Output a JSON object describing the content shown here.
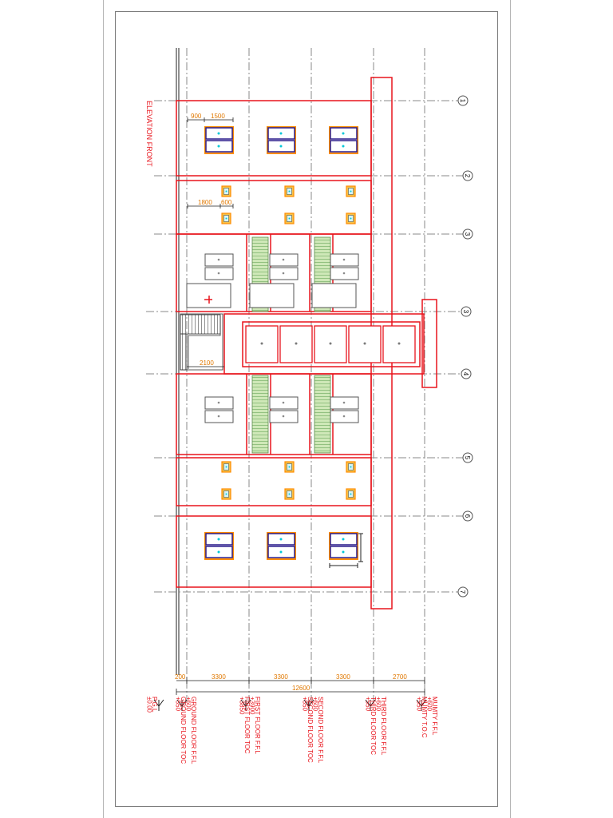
{
  "drawing": {
    "title": "ELEVATION FRONT",
    "dimensions": {
      "top_window_width": "900",
      "top_window_gap": "1500",
      "small_window_gap": "1800",
      "small_window_width": "600",
      "stair_width": "2100",
      "bottom_offset": "200",
      "bay_1": "3300",
      "bay_2": "3300",
      "bay_3": "3300",
      "bay_4": "2700",
      "overall": "12600"
    },
    "grid_bubbles": [
      "1",
      "2",
      "3",
      "3",
      "4",
      "5",
      "6",
      "7"
    ],
    "levels": [
      {
        "name": "P.G.L",
        "value": "±0.00"
      },
      {
        "name": "GROUND FLOOR F.F.L",
        "value": "+600"
      },
      {
        "name": "GROUND FLOOR TOC",
        "value": "+550"
      },
      {
        "name": "FIRST FLOOR F.F.L",
        "value": "+3900"
      },
      {
        "name": "FIRST FLOOR TOC",
        "value": "+3850"
      },
      {
        "name": "SECOND FLOOR F.F.L",
        "value": "+600"
      },
      {
        "name": "SECOND FLOOR TOC",
        "value": "+550"
      },
      {
        "name": "THIRD FLOOR F.F.L",
        "value": "+600"
      },
      {
        "name": "THIRD FLOOR TOC",
        "value": "+550"
      },
      {
        "name": "MUMTY F.F.L",
        "value": "+600"
      },
      {
        "name": "MUMTY T.O.C",
        "value": "+550"
      }
    ],
    "colors": {
      "wall": "#e8141c",
      "dimension_text": "#e07800",
      "grid": "#8a8a8a",
      "window_frame": "#2a1c8c",
      "window_sash": "#ff8c00",
      "glass": "#00c8d8",
      "stair_fill": "#bfe0a8"
    }
  }
}
